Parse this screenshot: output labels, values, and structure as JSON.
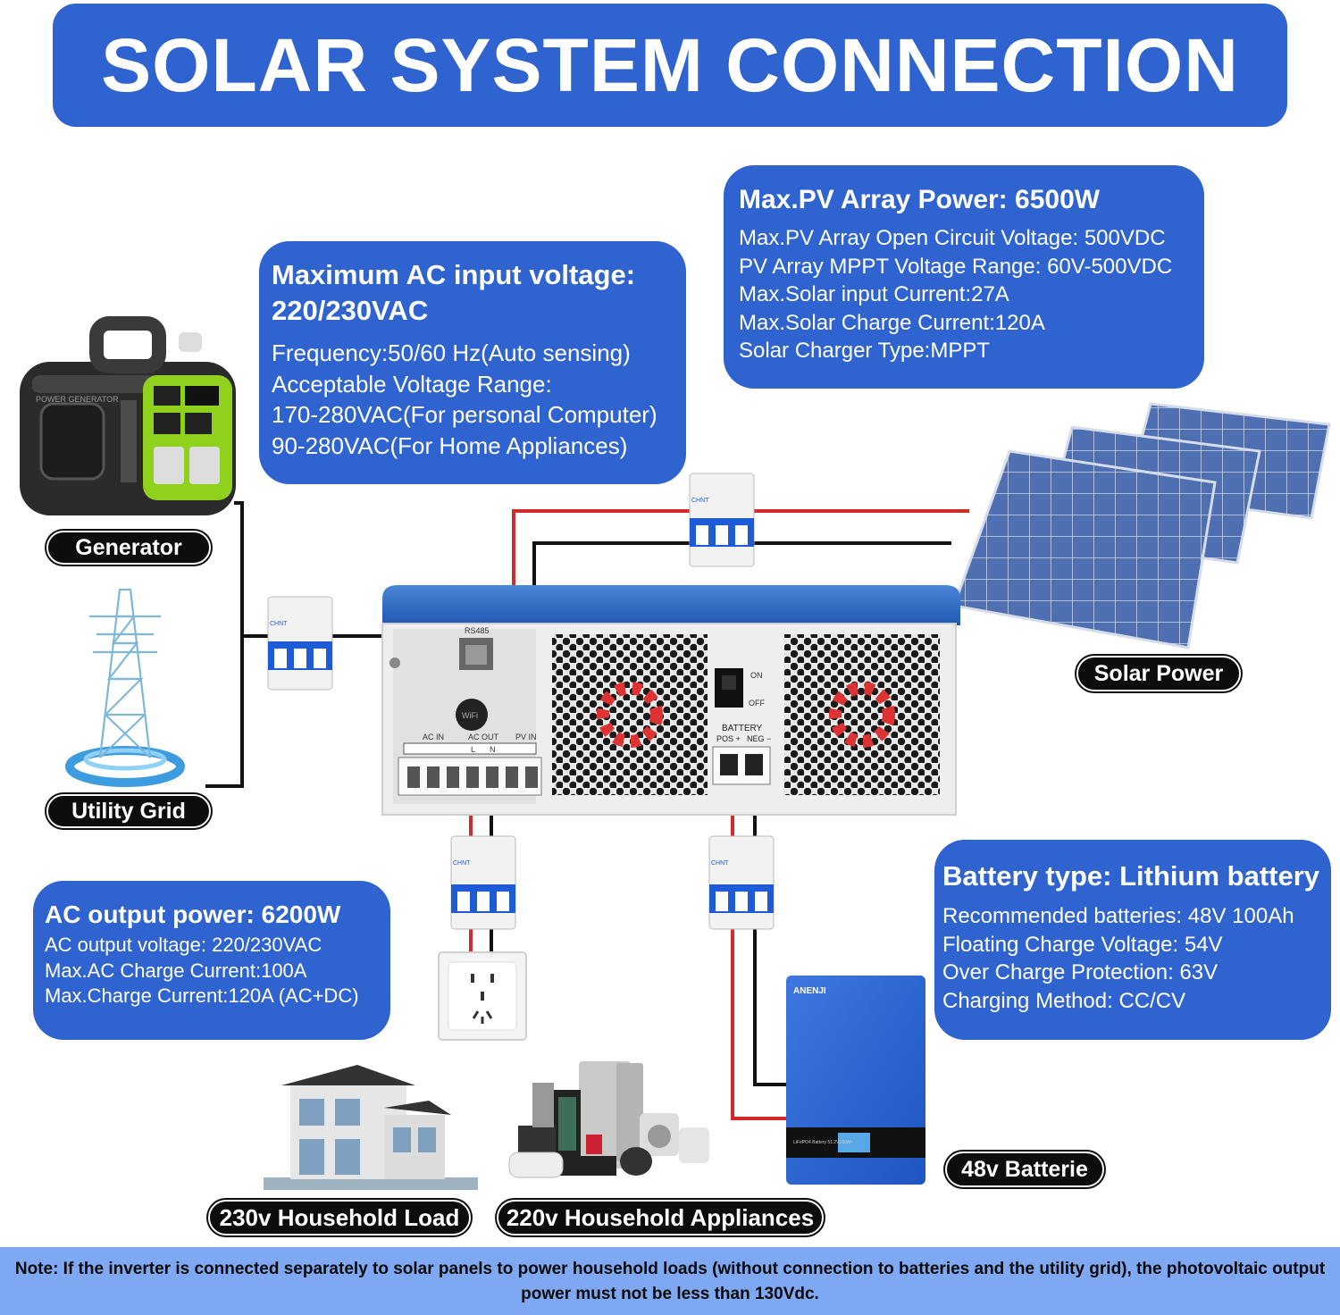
{
  "title": "SOLAR SYSTEM CONNECTION",
  "ac_input_panel": {
    "heading": [
      "Maximum AC input voltage:",
      "220/230VAC"
    ],
    "lines": [
      "Frequency:50/60 Hz(Auto sensing)",
      "Acceptable Voltage Range:",
      "170-280VAC(For personal Computer)",
      "90-280VAC(For Home Appliances)"
    ]
  },
  "pv_panel": {
    "heading": "Max.PV Array Power: 6500W",
    "lines": [
      "Max.PV Array Open Circuit Voltage: 500VDC",
      "PV Array MPPT Voltage Range: 60V-500VDC",
      "Max.Solar input Current:27A",
      "Max.Solar Charge Current:120A",
      "Solar Charger Type:MPPT"
    ]
  },
  "ac_output_panel": {
    "heading": "AC output power: 6200W",
    "lines": [
      "AC output voltage: 220/230VAC",
      "Max.AC Charge Current:100A",
      "Max.Charge Current:120A (AC+DC)"
    ]
  },
  "battery_panel": {
    "heading": "Battery type: Lithium battery",
    "lines": [
      "Recommended batteries: 48V 100Ah",
      "Floating Charge Voltage: 54V",
      "Over Charge Protection: 63V",
      "Charging Method: CC/CV"
    ]
  },
  "labels": {
    "generator": "Generator",
    "utility_grid": "Utility Grid",
    "solar_power": "Solar Power",
    "battery": "48v Batterie",
    "household_load": "230v Household Load",
    "household_appliances": "220v Household Appliances"
  },
  "device_text": {
    "breaker_brand": "CHNT",
    "battery_brand": "ANENJI",
    "battery_model": "LiFePO4 Battery 51.2V100Ah",
    "rs485": "RS485",
    "wifi": "WiFi",
    "ac_in": "AC IN",
    "ac_out": "AC OUT",
    "pv_in": "PV IN",
    "l": "L",
    "n": "N",
    "on": "ON",
    "off": "OFF",
    "battery_label": "BATTERY",
    "pos": "POS +",
    "neg": "NEG −"
  },
  "note": {
    "line1": "Note: If the inverter is connected separately to solar panels to power household loads (without connection to batteries and the utility grid), the",
    "line2": "photovoltaic output power must not be less than 130Vdc."
  },
  "colors": {
    "panel_blue": "#2f63cf",
    "note_blue": "#7fa8f2",
    "wire_red": "#d42a2a",
    "wire_black": "#111111",
    "wire_green": "#2bb54a"
  }
}
